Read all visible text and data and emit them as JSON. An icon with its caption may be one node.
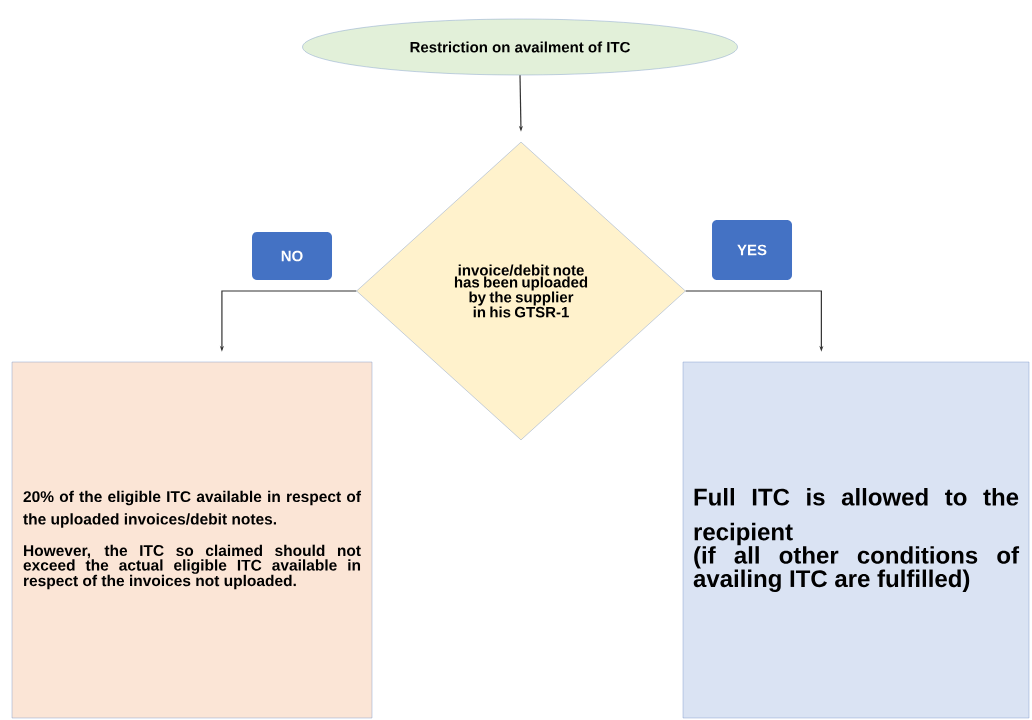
{
  "diagram": {
    "nodes": [
      {
        "text": [
          "Restriction on availment of ITC"
        ]
      },
      {
        "text": [
          "invoice/debit note has been uploaded by the supplier in his GTSR-1"
        ]
      },
      {
        "text": [
          "NO"
        ]
      },
      {
        "text": [
          "YES"
        ]
      },
      {
        "text": [
          "20% of the eligible ITC available in respect of the uploaded invoices/debit notes.",
          "However, the ITC so claimed should not exceed the actual eligible ITC available in respect of the invoices not uploaded."
        ]
      },
      {
        "text": [
          "Full ITC is allowed to the recipient",
          "(if all other conditions of availing ITC are fulfilled)"
        ]
      }
    ],
    "edges": [
      {
        "from": 0,
        "to": 1,
        "arrow": "to"
      },
      {
        "from": 1,
        "to": 4,
        "arrow": "to"
      },
      {
        "from": 1,
        "to": 5,
        "arrow": "to"
      }
    ]
  }
}
